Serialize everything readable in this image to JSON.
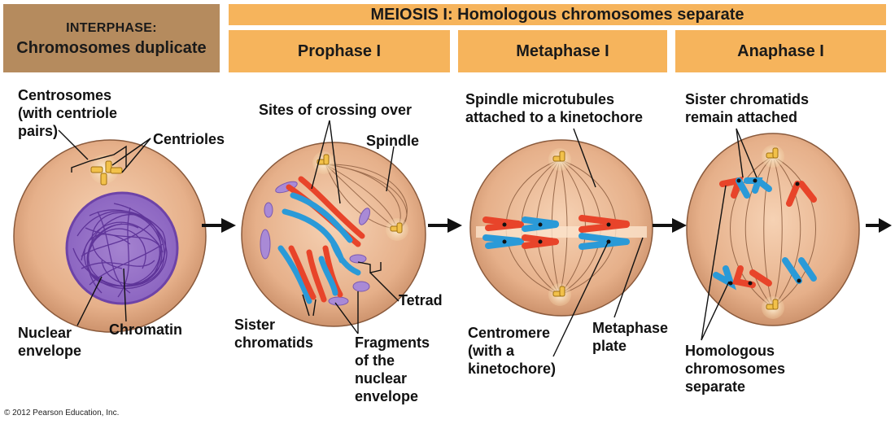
{
  "headers": {
    "interphase_line1": "INTERPHASE:",
    "interphase_line2": "Chromosomes duplicate",
    "meiosis": "MEIOSIS I: Homologous chromosomes separate",
    "prophase": "Prophase I",
    "metaphase": "Metaphase I",
    "anaphase": "Anaphase I"
  },
  "labels": {
    "centrosomes": [
      "Centrosomes",
      "(with centriole",
      "pairs)"
    ],
    "centrioles": "Centrioles",
    "nuclear_envelope": [
      "Nuclear",
      "envelope"
    ],
    "chromatin": "Chromatin",
    "sites_crossing": "Sites of crossing over",
    "spindle": "Spindle",
    "tetrad": "Tetrad",
    "sister_chromatids": [
      "Sister",
      "chromatids"
    ],
    "fragments": [
      "Fragments",
      "of the",
      "nuclear",
      "envelope"
    ],
    "spindle_microtubules": [
      "Spindle microtubules",
      "attached to a kinetochore"
    ],
    "centromere": [
      "Centromere",
      "(with a",
      "kinetochore)"
    ],
    "metaphase_plate": [
      "Metaphase",
      "plate"
    ],
    "sister_remain": [
      "Sister chromatids",
      "remain attached"
    ],
    "homologous": [
      "Homologous",
      "chromosomes",
      "separate"
    ]
  },
  "copyright": "© 2012 Pearson Education, Inc.",
  "colors": {
    "header_tan": "#b58b5e",
    "header_orange": "#f6b45c",
    "cell": "#e8b48c",
    "chromatin": "#6a3f9e",
    "red_chromosome": "#e8442a",
    "blue_chromosome": "#2a9ad8"
  }
}
